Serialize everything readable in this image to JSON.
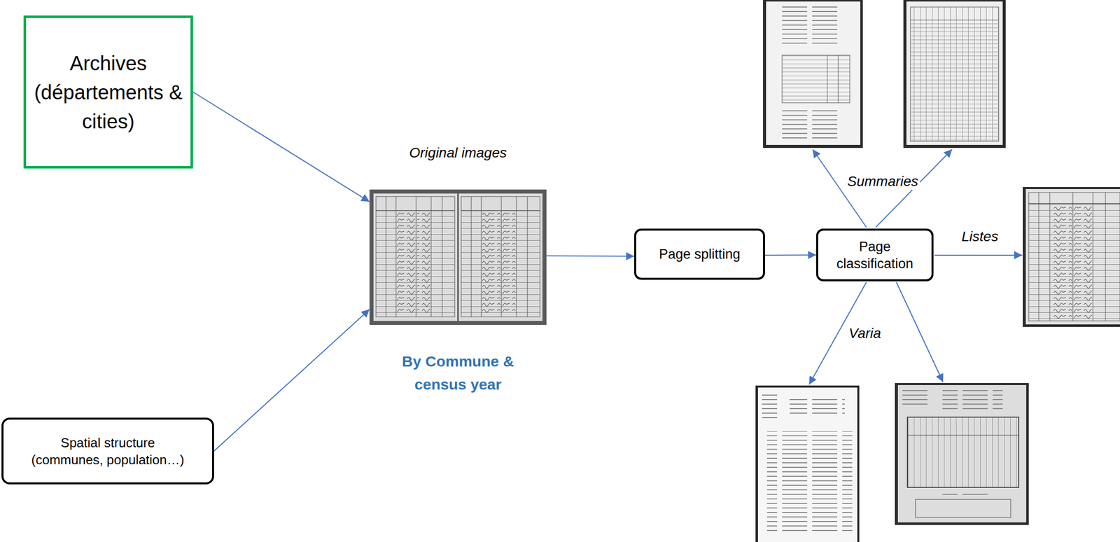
{
  "diagram": {
    "nodes": [
      {
        "text": [
          "Archives (départements & cities)"
        ]
      },
      {
        "text": [
          "Spatial structure (communes, population…)"
        ]
      },
      {
        "text": [
          "Original images",
          "By Commune & census year"
        ]
      },
      {
        "text": [
          "Page splitting"
        ]
      },
      {
        "text": [
          "Page classification"
        ]
      }
    ],
    "edges": [
      {
        "from": 0,
        "to": 2,
        "arrow": "to"
      },
      {
        "from": 1,
        "to": 2,
        "arrow": "to"
      },
      {
        "from": 2,
        "to": 3,
        "arrow": "to"
      },
      {
        "from": 3,
        "to": 4,
        "arrow": "to"
      }
    ],
    "labels": [
      "Summaries",
      "Listes",
      "Varia"
    ]
  }
}
